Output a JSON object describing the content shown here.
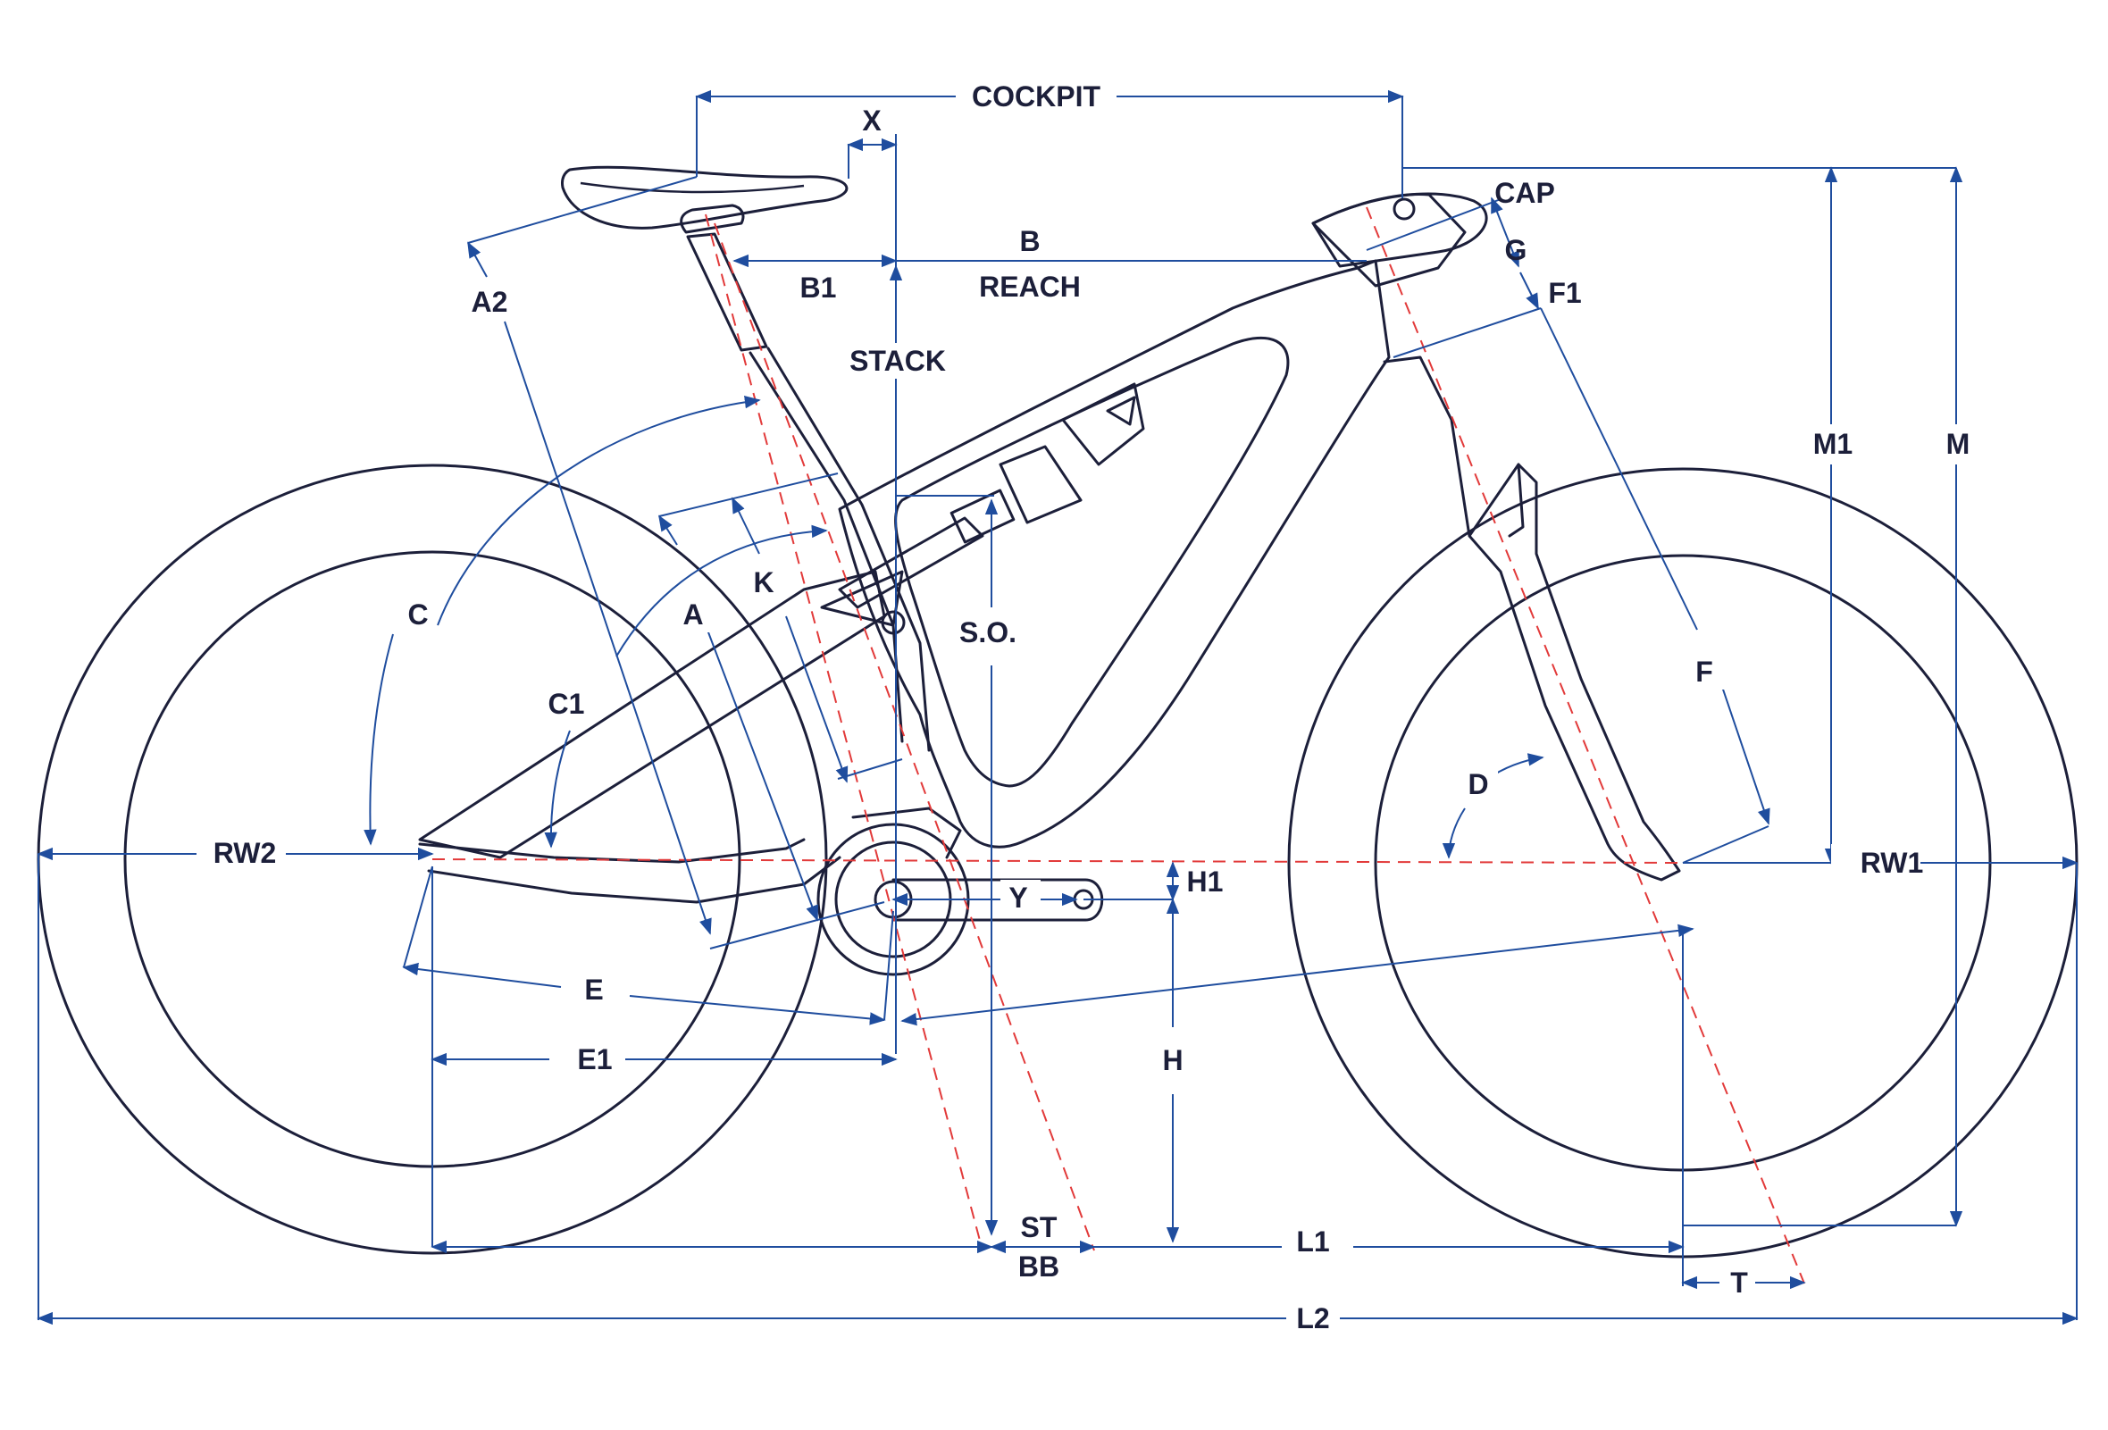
{
  "labels": {
    "cockpit": "COCKPIT",
    "x": "X",
    "cap": "CAP",
    "b": "B",
    "g": "G",
    "b1": "B1",
    "reach": "REACH",
    "f1": "F1",
    "a2": "A2",
    "stack": "STACK",
    "m1": "M1",
    "m": "M",
    "k": "K",
    "c": "C",
    "a": "A",
    "so": "S.O.",
    "c1": "C1",
    "f": "F",
    "d": "D",
    "rw2": "RW2",
    "rw1": "RW1",
    "y": "Y",
    "h1": "H1",
    "e": "E",
    "e1": "E1",
    "h": "H",
    "st": "ST",
    "bb": "BB",
    "l1": "L1",
    "t": "T",
    "l2": "L2"
  },
  "colors": {
    "line_art": "#1c1f3a",
    "dimension": "#1f4d9e",
    "axis": "#e23a3a",
    "background": "#ffffff"
  }
}
